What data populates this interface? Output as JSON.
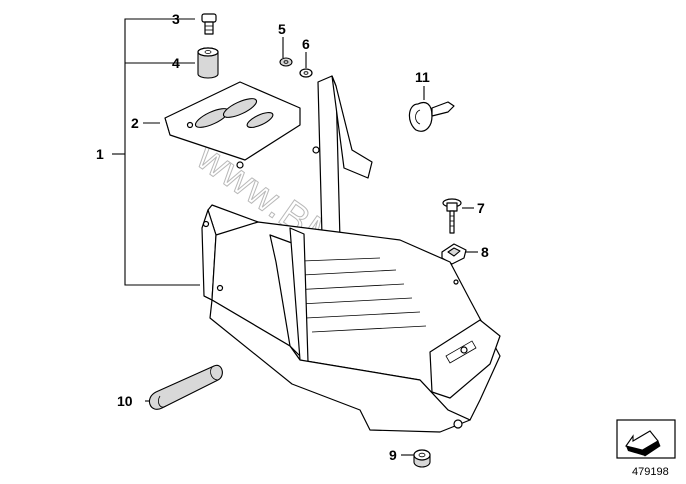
{
  "callouts": {
    "c1": "1",
    "c2": "2",
    "c3": "3",
    "c4": "4",
    "c5": "5",
    "c6": "6",
    "c7": "7",
    "c8": "8",
    "c9": "9",
    "c10": "10",
    "c11": "11"
  },
  "watermark": "www.BMWstore.pl",
  "reference_number": "479198",
  "icons": {
    "orientation": "direction-arrow-icon"
  }
}
